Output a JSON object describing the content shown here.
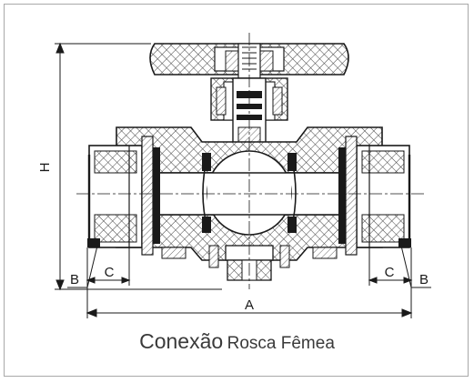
{
  "figure": {
    "dimension_labels": {
      "height": "H",
      "length": "A",
      "left_c": "C",
      "right_c": "C",
      "left_b": "B",
      "right_b": "B"
    },
    "caption": {
      "part1": "Conexão",
      "part2": "Rosca Fêmea"
    },
    "colors": {
      "line": "#1a1a1a",
      "frame": "#a8a8a8",
      "hatch": "#444444",
      "caption": "#3a3a3a"
    }
  }
}
